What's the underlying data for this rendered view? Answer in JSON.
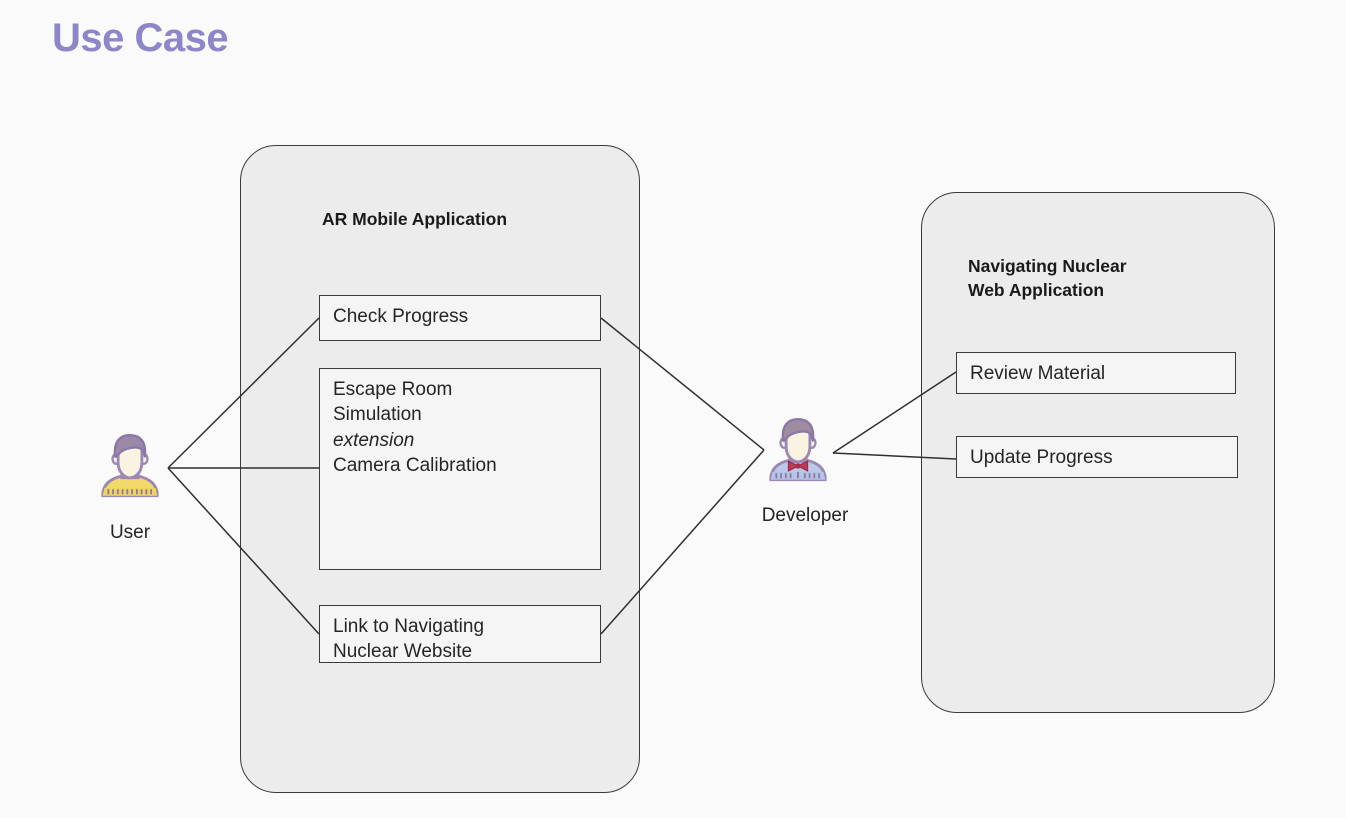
{
  "page": {
    "title": "Use Case",
    "title_color": "#8d86c9",
    "background_color": "#fafafa"
  },
  "systems": [
    {
      "id": "ar-mobile-application",
      "title": "AR Mobile Application",
      "fill": "#ececec",
      "stroke": "#3b3b3b"
    },
    {
      "id": "navigating-nuclear-web-application",
      "title": "Navigating Nuclear\nWeb Application",
      "fill": "#ececec",
      "stroke": "#3b3b3b"
    }
  ],
  "use_cases": [
    {
      "id": "check-progress",
      "system": "ar-mobile-application",
      "label": "Check Progress"
    },
    {
      "id": "escape-room",
      "system": "ar-mobile-application",
      "label_line1": "Escape Room\nSimulation",
      "label_italic": "extension",
      "label_line2": "Camera Calibration"
    },
    {
      "id": "link-to-website",
      "system": "ar-mobile-application",
      "label": "Link to Navigating\nNuclear Website"
    },
    {
      "id": "review-material",
      "system": "navigating-nuclear-web-application",
      "label": "Review Material"
    },
    {
      "id": "update-progress",
      "system": "navigating-nuclear-web-application",
      "label": "Update Progress"
    }
  ],
  "actors": [
    {
      "id": "user",
      "label": "User",
      "hair_color": "#9c89a8",
      "face_color": "#faf3e2",
      "shirt_color": "#f2d96a",
      "outline_color": "#9b88b4"
    },
    {
      "id": "developer",
      "label": "Developer",
      "hair_color": "#a08ca0",
      "face_color": "#faf3e2",
      "shirt_color": "#bcc9e8",
      "tie_color": "#c0395a",
      "outline_color": "#9b88b4"
    }
  ],
  "associations": [
    {
      "from": "user",
      "to": "check-progress"
    },
    {
      "from": "user",
      "to": "escape-room"
    },
    {
      "from": "user",
      "to": "link-to-website"
    },
    {
      "from": "developer",
      "to": "check-progress"
    },
    {
      "from": "developer",
      "to": "link-to-website"
    },
    {
      "from": "developer",
      "to": "review-material"
    },
    {
      "from": "developer",
      "to": "update-progress"
    }
  ]
}
